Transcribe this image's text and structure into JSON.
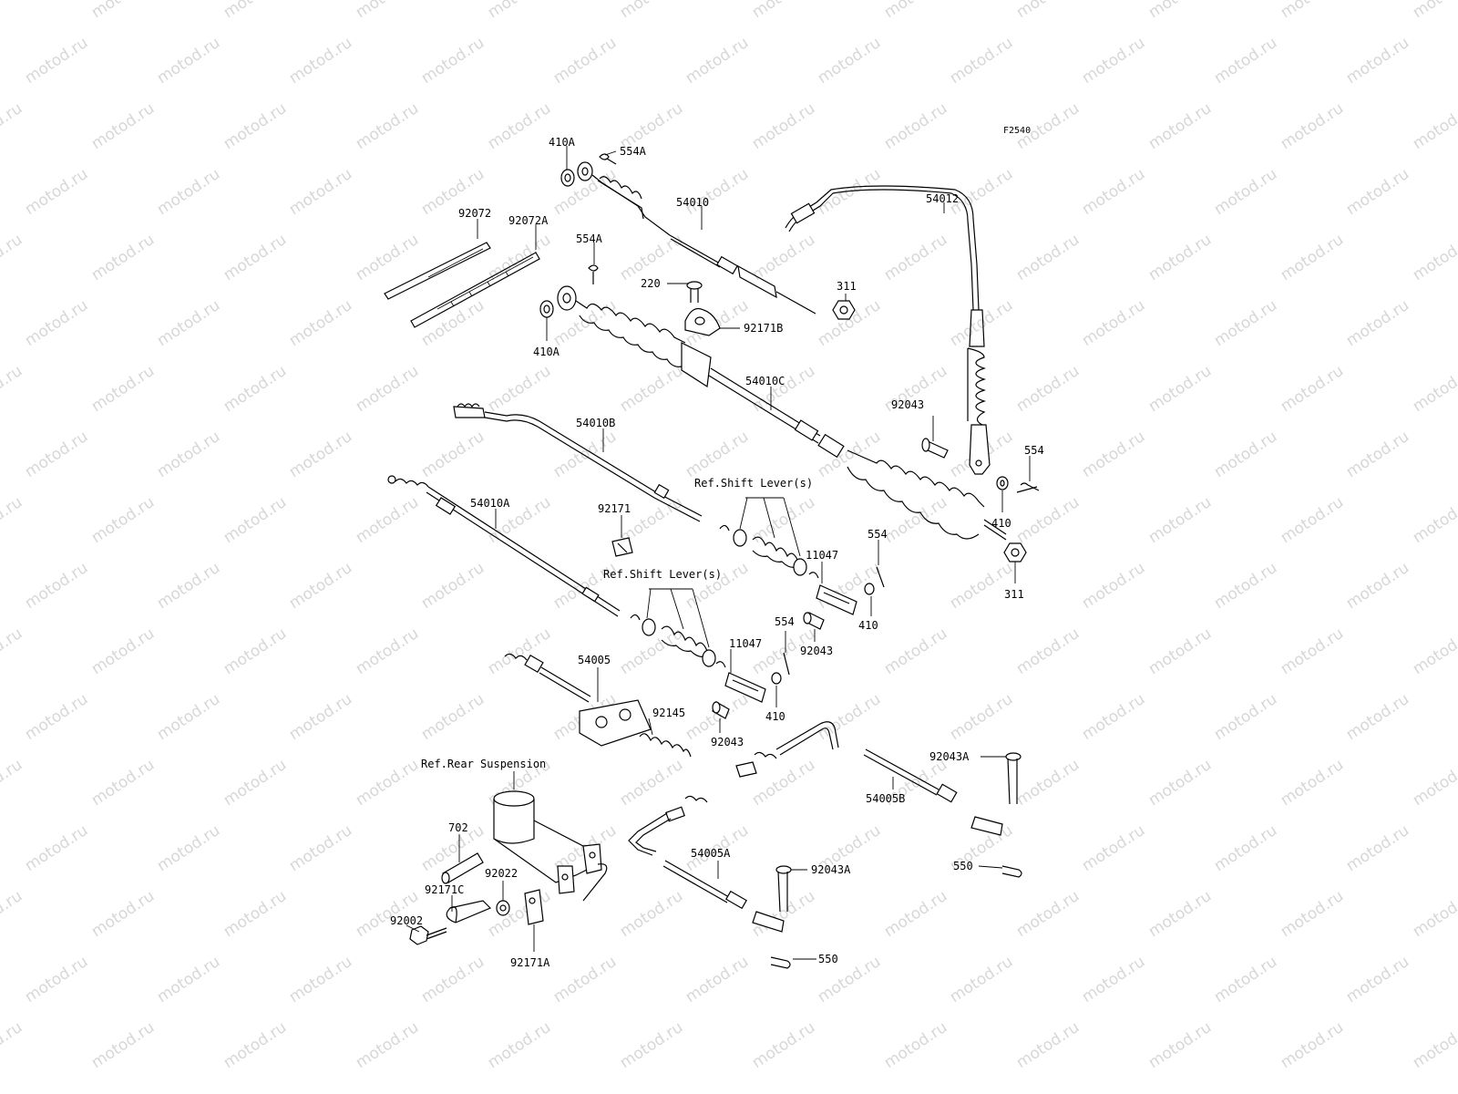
{
  "watermark": "motod.ru",
  "figure_code": "F2540",
  "labels": {
    "l410A_top": "410A",
    "l554A_top": "554A",
    "l54010": "54010",
    "l54012": "54012",
    "l92072": "92072",
    "l92072A": "92072A",
    "l554A_mid": "554A",
    "l220": "220",
    "l311_top": "311",
    "l92171B": "92171B",
    "l410A_mid": "410A",
    "l54010C": "54010C",
    "l92043_right": "92043",
    "l54010B": "54010B",
    "l554_right": "554",
    "l410_right": "410",
    "l311_right": "311",
    "l54010A": "54010A",
    "l92171": "92171",
    "l554_mid": "554",
    "l11047_top": "11047",
    "l410_mid": "410",
    "l92043_mid": "92043",
    "l554_low": "554",
    "l11047_low": "11047",
    "l54005": "54005",
    "l410_low": "410",
    "l92145": "92145",
    "l92043_low": "92043",
    "l92043A_right": "92043A",
    "l54005B": "54005B",
    "l550_right": "550",
    "l702": "702",
    "l92171C": "92171C",
    "l92022": "92022",
    "l54005A": "54005A",
    "l92043A_low": "92043A",
    "l92002": "92002",
    "l92171A": "92171A",
    "l550_low": "550"
  },
  "references": {
    "shift_lever_top": "Ref.Shift Lever(s)",
    "shift_lever_low": "Ref.Shift Lever(s)",
    "rear_suspension": "Ref.Rear Suspension"
  }
}
